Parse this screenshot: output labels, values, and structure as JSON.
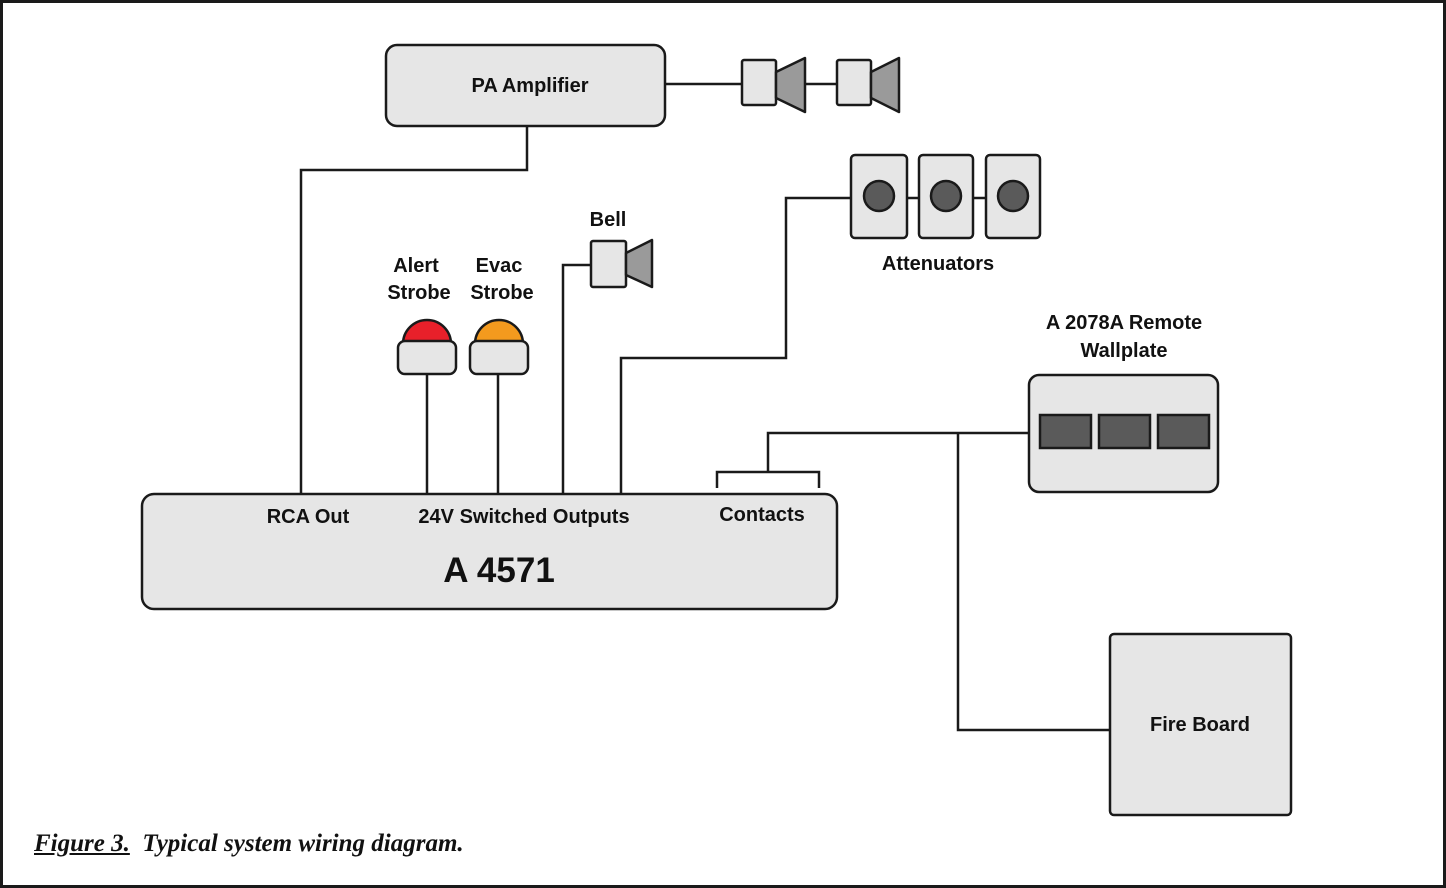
{
  "labels": {
    "pa_amplifier": "PA Amplifier",
    "attenuators": "Attenuators",
    "bell": "Bell",
    "alert_strobe_line1": "Alert",
    "alert_strobe_line2": "Strobe",
    "evac_strobe_line1": "Evac",
    "evac_strobe_line2": "Strobe",
    "wallplate_line1": "A 2078A Remote",
    "wallplate_line2": "Wallplate",
    "rca_out": "RCA Out",
    "switched_outputs": "24V Switched Outputs",
    "contacts": "Contacts",
    "main_unit": "A 4571",
    "fire_board": "Fire Board"
  },
  "caption": {
    "number": "Figure 3.",
    "text": "Typical system wiring diagram."
  },
  "colors": {
    "alert_strobe": "#e8202a",
    "evac_strobe": "#f39a1e",
    "box_fill": "#e6e6e6",
    "knob_fill": "#5a5a5a",
    "horn_fill": "#9a9a9a"
  }
}
